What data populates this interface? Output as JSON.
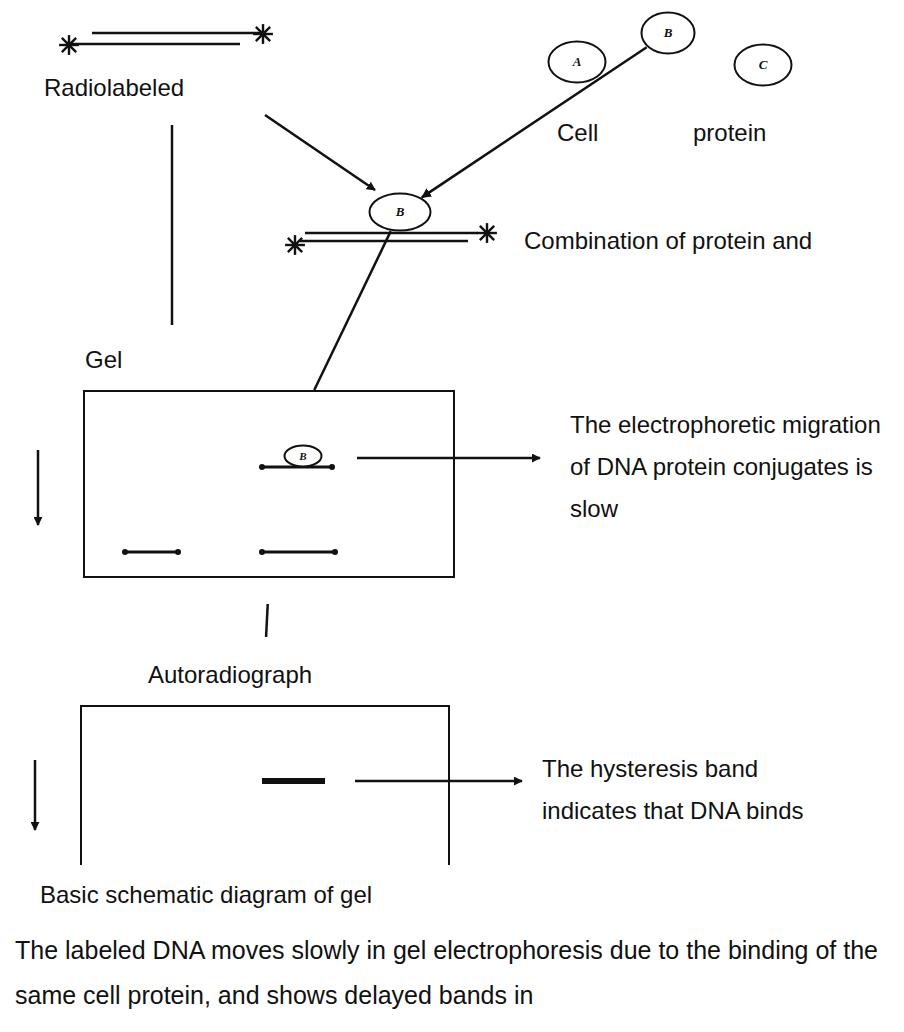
{
  "diagram": {
    "caption": "The labeled DNA moves slowly in gel electrophoresis due to the binding of the same cell protein, and shows delayed bands in",
    "nodes": [
      {
        "text": [
          "A"
        ]
      },
      {
        "text": [
          "B"
        ]
      },
      {
        "text": [
          "C"
        ]
      },
      {
        "text": [
          "B"
        ]
      },
      {
        "text": [
          "Gel"
        ]
      },
      {
        "text": [
          "B"
        ],
        "in": 4
      },
      {
        "text": [
          "Autoradiograph"
        ]
      }
    ],
    "edges": [
      {
        "from": 1,
        "to": 3,
        "arrow": "to"
      },
      {
        "from": 3,
        "to": 4,
        "arrow": "none"
      },
      {
        "from": 4,
        "to": 6,
        "arrow": "none"
      }
    ],
    "labels": [
      "Radiolabeled",
      "Cell",
      "protein",
      "Combination of protein and",
      "The electrophoretic migration of DNA protein conjugates is slow",
      "The hysteresis band indicates that DNA binds",
      "Basic schematic diagram of gel"
    ]
  }
}
